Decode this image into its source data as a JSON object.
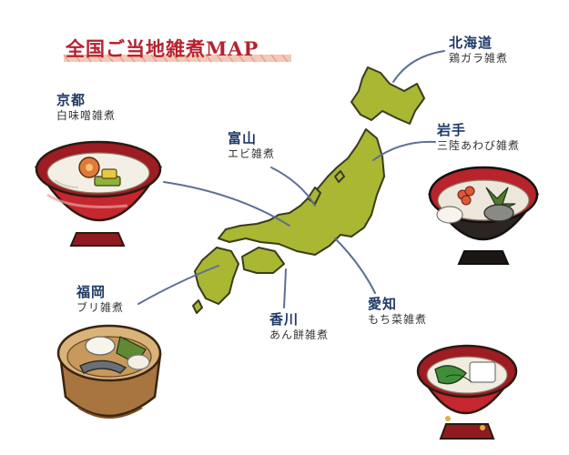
{
  "title": "全国ご当地雑煮MAP",
  "colors": {
    "map_fill": "#a9b733",
    "map_stroke": "#3b3b1e",
    "title": "#b5222d",
    "prefecture": "#1f3a66",
    "leader_line": "#5d6f95"
  },
  "regions": [
    {
      "prefecture": "北海道",
      "dish": "鶏ガラ雑煮"
    },
    {
      "prefecture": "京都",
      "dish": "白味噌雑煮"
    },
    {
      "prefecture": "富山",
      "dish": "エビ雑煮"
    },
    {
      "prefecture": "岩手",
      "dish": "三陸あわび雑煮"
    },
    {
      "prefecture": "福岡",
      "dish": "ブリ雑煮"
    },
    {
      "prefecture": "香川",
      "dish": "あん餅雑煮"
    },
    {
      "prefecture": "愛知",
      "dish": "もち菜雑煮"
    }
  ],
  "bowl_illustrations": [
    "kyoto-bowl",
    "iwate-bowl",
    "fukuoka-bowl",
    "aichi-bowl"
  ]
}
